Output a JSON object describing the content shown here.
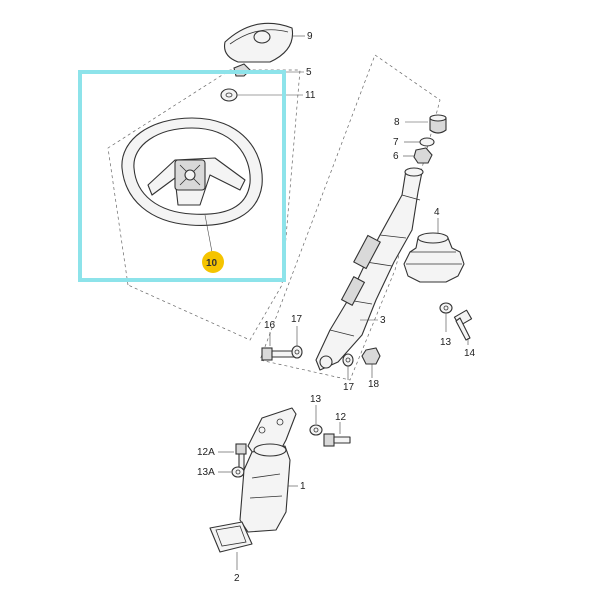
{
  "colors": {
    "highlight_box": "#8de3ea",
    "badge_fill": "#f5c400",
    "line": "#333333"
  },
  "labels": {
    "p9": "9",
    "p5": "5",
    "p11": "11",
    "p10": "10",
    "p8": "8",
    "p7": "7",
    "p6": "6",
    "p4": "4",
    "p3": "3",
    "p16": "16",
    "p17a": "17",
    "p17b": "17",
    "p18": "18",
    "p13a": "13",
    "p13b": "13",
    "p14": "14",
    "p12": "12",
    "p12A": "12A",
    "p13A": "13A",
    "p1": "1",
    "p2": "2"
  },
  "highlight": {
    "part": "steering-wheel",
    "badge_label": "10"
  }
}
